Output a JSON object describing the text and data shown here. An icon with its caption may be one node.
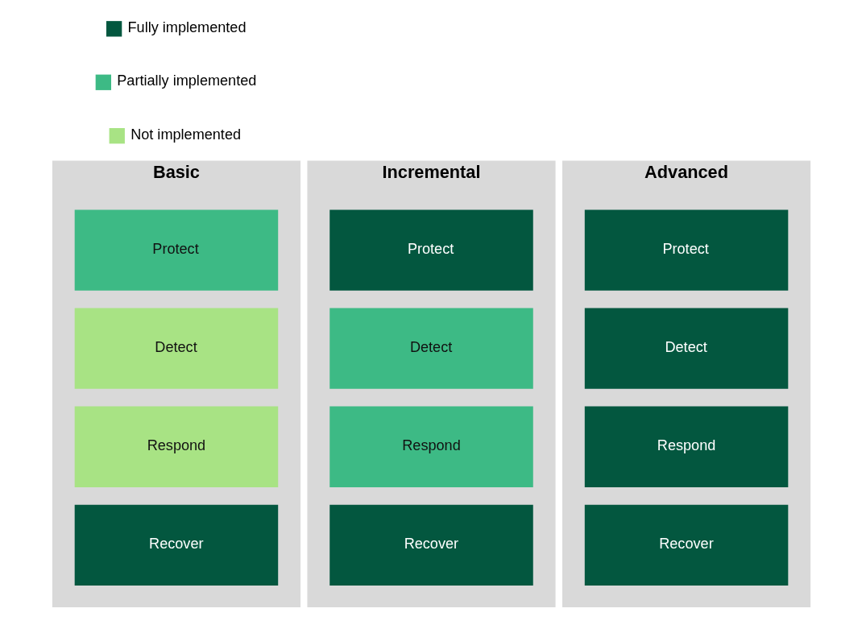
{
  "diagram": {
    "nodes": [
      {
        "text": [
          "Basic"
        ]
      },
      {
        "text": [
          "Protect"
        ],
        "in": 0
      },
      {
        "text": [
          "Detect"
        ],
        "in": 0
      },
      {
        "text": [
          "Respond"
        ],
        "in": 0
      },
      {
        "text": [
          "Recover"
        ],
        "in": 0
      },
      {
        "text": [
          "Incremental"
        ]
      },
      {
        "text": [
          "Protect"
        ],
        "in": 5
      },
      {
        "text": [
          "Detect"
        ],
        "in": 5
      },
      {
        "text": [
          "Respond"
        ],
        "in": 5
      },
      {
        "text": [
          "Recover"
        ],
        "in": 5
      },
      {
        "text": [
          "Advanced"
        ]
      },
      {
        "text": [
          "Protect"
        ],
        "in": 10
      },
      {
        "text": [
          "Detect"
        ],
        "in": 10
      },
      {
        "text": [
          "Respond"
        ],
        "in": 10
      },
      {
        "text": [
          "Recover"
        ],
        "in": 10
      }
    ],
    "edges": [],
    "legend": [
      {
        "text": "Fully implemented",
        "color": "#03573f"
      },
      {
        "text": "Partially implemented",
        "color": "#3dba85"
      },
      {
        "text": "Not implemented",
        "color": "#a8e384"
      }
    ]
  }
}
